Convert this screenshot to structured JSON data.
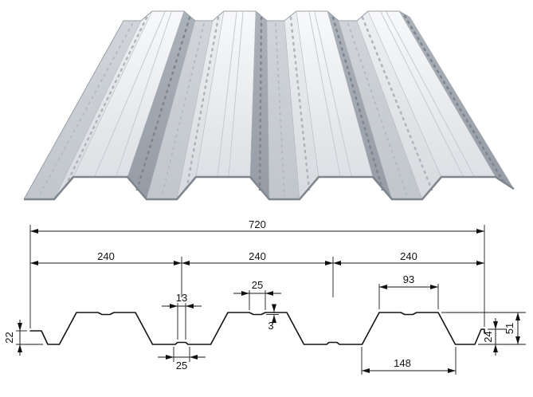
{
  "drawing": {
    "dims": {
      "total": "720",
      "modules": [
        "240",
        "240",
        "240"
      ],
      "top_groove_width": "25",
      "valley_rib_width": "13",
      "rib_top_width": "93",
      "groove_depth": "3",
      "left_lip_height": "22",
      "valley_flat_width": "25",
      "rib_base_width": "148",
      "right_lip_height": "24",
      "profile_height": "51"
    }
  },
  "colors": {
    "sheet_light": "#f2f3f5",
    "sheet_mid": "#c9ced4",
    "sheet_shadow": "#a4aab2",
    "line": "#1a1a1a",
    "background": "#ffffff"
  }
}
